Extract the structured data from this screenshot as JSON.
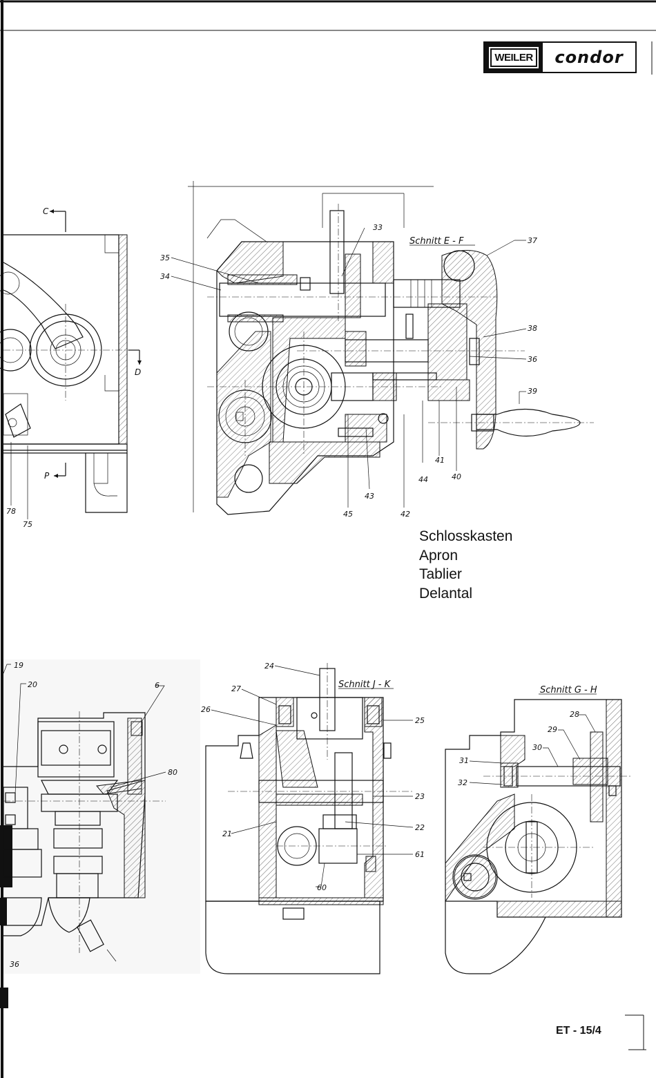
{
  "header": {
    "brand_left": "WEILER",
    "brand_right": "condor"
  },
  "title": {
    "lines": [
      "Schlosskasten",
      "Apron",
      "Tablier",
      "Delantal"
    ]
  },
  "page_number": "ET - 15/4",
  "sections": {
    "ef": "Schnitt E - F",
    "jk": "Schnitt J - K",
    "gh": "Schnitt G - H"
  },
  "view_markers": {
    "c": "C",
    "d": "D",
    "p": "P"
  },
  "parts": {
    "p19": "19",
    "p20": "20",
    "p6": "6",
    "p80": "80",
    "p36b": "36",
    "p78": "78",
    "p75": "75",
    "p33": "33",
    "p35": "35",
    "p34": "34",
    "p37": "37",
    "p38": "38",
    "p36": "36",
    "p39": "39",
    "p41": "41",
    "p44": "44",
    "p40": "40",
    "p43": "43",
    "p45": "45",
    "p42": "42",
    "p24": "24",
    "p27": "27",
    "p26": "26",
    "p25": "25",
    "p23": "23",
    "p22": "22",
    "p21": "21",
    "p61": "61",
    "p60": "60",
    "p28": "28",
    "p29": "29",
    "p30": "30",
    "p31": "31",
    "p32": "32"
  }
}
